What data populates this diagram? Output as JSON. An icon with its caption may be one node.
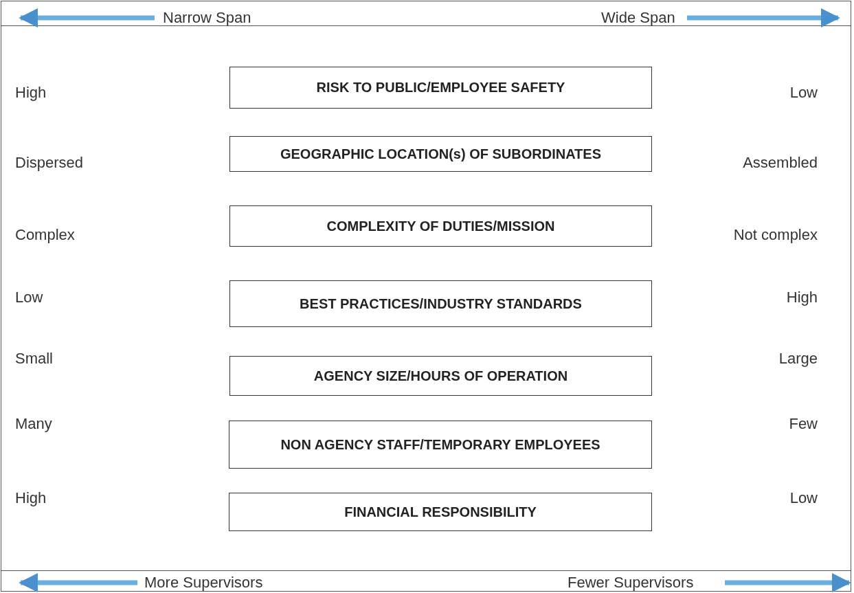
{
  "diagram": {
    "nodes": [
      {
        "text": [
          "RISK TO PUBLIC/EMPLOYEE SAFETY"
        ]
      },
      {
        "text": [
          "GEOGRAPHIC LOCATION(s) OF SUBORDINATES"
        ]
      },
      {
        "text": [
          "COMPLEXITY OF DUTIES/MISSION"
        ]
      },
      {
        "text": [
          "BEST PRACTICES/INDUSTRY STANDARDS"
        ]
      },
      {
        "text": [
          "AGENCY SIZE/HOURS OF OPERATION"
        ]
      },
      {
        "text": [
          "NON AGENCY STAFF/TEMPORARY EMPLOYEES"
        ]
      },
      {
        "text": [
          "FINANCIAL RESPONSIBILITY"
        ]
      }
    ],
    "edges": [],
    "labels": [
      "Narrow Span",
      "Wide Span",
      "High",
      "Low",
      "Dispersed",
      "Assembled",
      "Complex",
      "Not complex",
      "Low",
      "High",
      "Small",
      "Large",
      "Many",
      "Few",
      "High",
      "Low",
      "More Supervisors",
      "Fewer Supervisors"
    ]
  }
}
